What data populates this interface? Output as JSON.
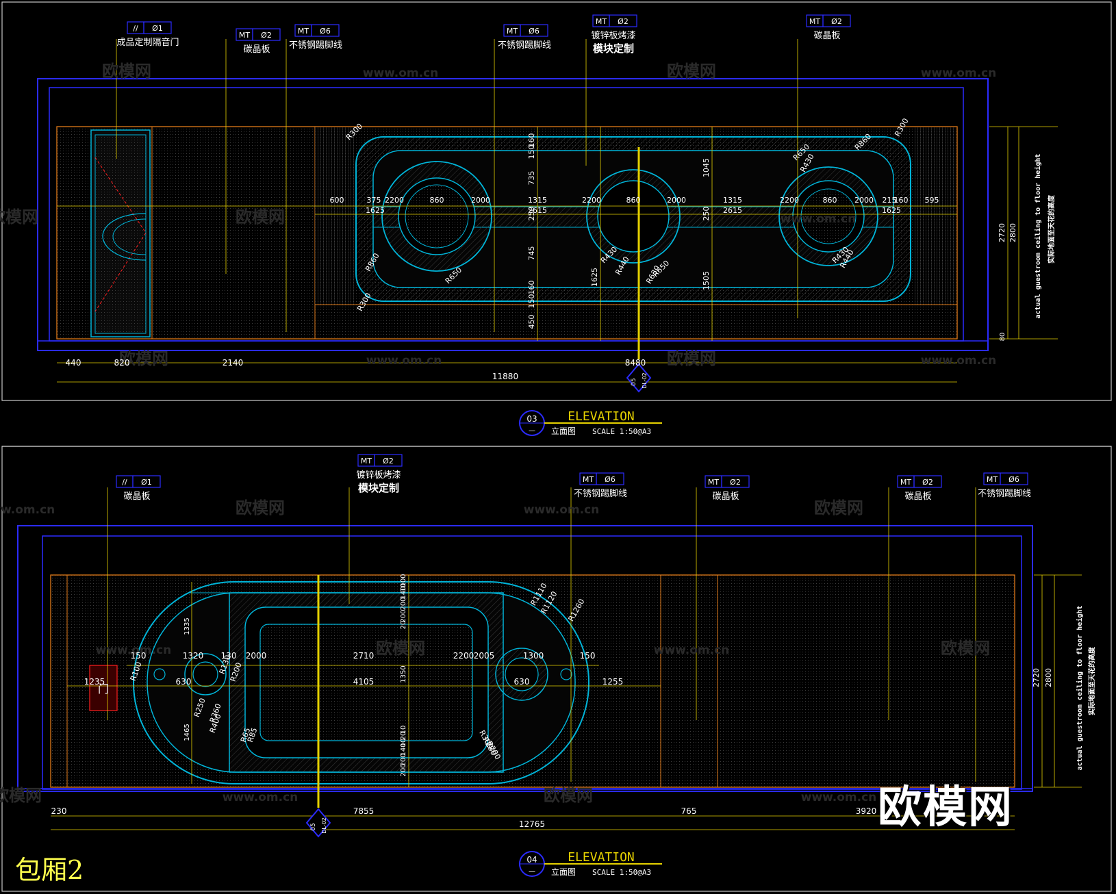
{
  "sheet_label": "包厢2",
  "brand_watermark": "欧模网",
  "watermark_texts": [
    "欧模网",
    "www.om.cn",
    "om.cn"
  ],
  "colors": {
    "background": "#000000",
    "frame": "#2b2bff",
    "cyan": "#00b4d8",
    "yellow": "#e6d200",
    "orange": "#e07a1a",
    "white": "#ffffff",
    "red": "#ff2020"
  },
  "elevation_top": {
    "number": "03",
    "sub_number": "—",
    "title": "ELEVATION",
    "subtitle": "立面图",
    "scale": "SCALE 1:50@A3",
    "callouts": [
      {
        "tag": "//",
        "code": "Ø1",
        "text": "成品定制隔音门",
        "bold": ""
      },
      {
        "tag": "MT",
        "code": "Ø2",
        "text": "碳晶板",
        "bold": ""
      },
      {
        "tag": "MT",
        "code": "Ø6",
        "text": "不锈钢踢脚线",
        "bold": ""
      },
      {
        "tag": "MT",
        "code": "Ø6",
        "text": "不锈钢踢脚线",
        "bold": ""
      },
      {
        "tag": "MT",
        "code": "Ø2",
        "text": "镀锌板烤漆",
        "bold": "模块定制"
      },
      {
        "tag": "MT",
        "code": "Ø2",
        "text": "碳晶板",
        "bold": ""
      }
    ],
    "bottom_dims": [
      "440",
      "820",
      "2140",
      "8480"
    ],
    "total_dim": "11880",
    "height_dims": [
      "2720",
      "2800",
      "80"
    ],
    "height_note_en": "actual guestroom ceiling to floor height",
    "height_note_cn": "实际地面至天花的高度",
    "horizontal_dims": [
      "600",
      "375",
      "2200",
      "860",
      "2000",
      "1315",
      "2200",
      "860",
      "2000",
      "1315",
      "2200",
      "860",
      "2000",
      "215",
      "160",
      "595",
      "1625",
      "2615",
      "2615",
      "1625"
    ],
    "vertical_dims": [
      "160",
      "150",
      "735",
      "250",
      "745",
      "160",
      "150",
      "450",
      "1045",
      "250",
      "1505",
      "1625"
    ],
    "radius_labels": [
      "R300",
      "R860",
      "R650",
      "R300",
      "R430",
      "R440",
      "R650",
      "R630",
      "R650",
      "R430",
      "R860",
      "R300",
      "R430",
      "R440"
    ],
    "section_mark": "05",
    "section_sheet": "DL-02"
  },
  "elevation_bottom": {
    "number": "04",
    "sub_number": "—",
    "title": "ELEVATION",
    "subtitle": "立面图",
    "scale": "SCALE 1:50@A3",
    "callouts": [
      {
        "tag": "//",
        "code": "Ø1",
        "text": "碳晶板",
        "bold": ""
      },
      {
        "tag": "MT",
        "code": "Ø2",
        "text": "镀锌板烤漆",
        "bold": "模块定制"
      },
      {
        "tag": "MT",
        "code": "Ø6",
        "text": "不锈钢踢脚线",
        "bold": ""
      },
      {
        "tag": "MT",
        "code": "Ø2",
        "text": "碳晶板",
        "bold": ""
      },
      {
        "tag": "MT",
        "code": "Ø2",
        "text": "碳晶板",
        "bold": ""
      },
      {
        "tag": "MT",
        "code": "Ø6",
        "text": "不锈钢踢脚线",
        "bold": ""
      }
    ],
    "bottom_dims": [
      "230",
      "7855",
      "765",
      "3920"
    ],
    "total_dim": "12765",
    "height_dims": [
      "2720",
      "2800"
    ],
    "height_note_en": "actual guestroom ceiling to floor height",
    "height_note_cn": "实际地面至天花的高度",
    "horizontal_dims": [
      "150",
      "1320",
      "130",
      "2000",
      "2710",
      "2200",
      "2005",
      "1300",
      "150",
      "1235",
      "630",
      "4105",
      "630",
      "1255"
    ],
    "vertical_dims": [
      "1335",
      "1465",
      "1350",
      "100",
      "10",
      "140",
      "200",
      "200",
      "20",
      "10",
      "20",
      "10",
      "140",
      "200",
      "200"
    ],
    "radius_labels": [
      "R1110",
      "R1120",
      "R1260",
      "R100",
      "R130",
      "R200",
      "R250",
      "R360",
      "R400",
      "R65",
      "R85",
      "R300",
      "R280",
      "R200"
    ],
    "door_label": "门",
    "section_mark": "05",
    "section_sheet": "DL-02"
  }
}
